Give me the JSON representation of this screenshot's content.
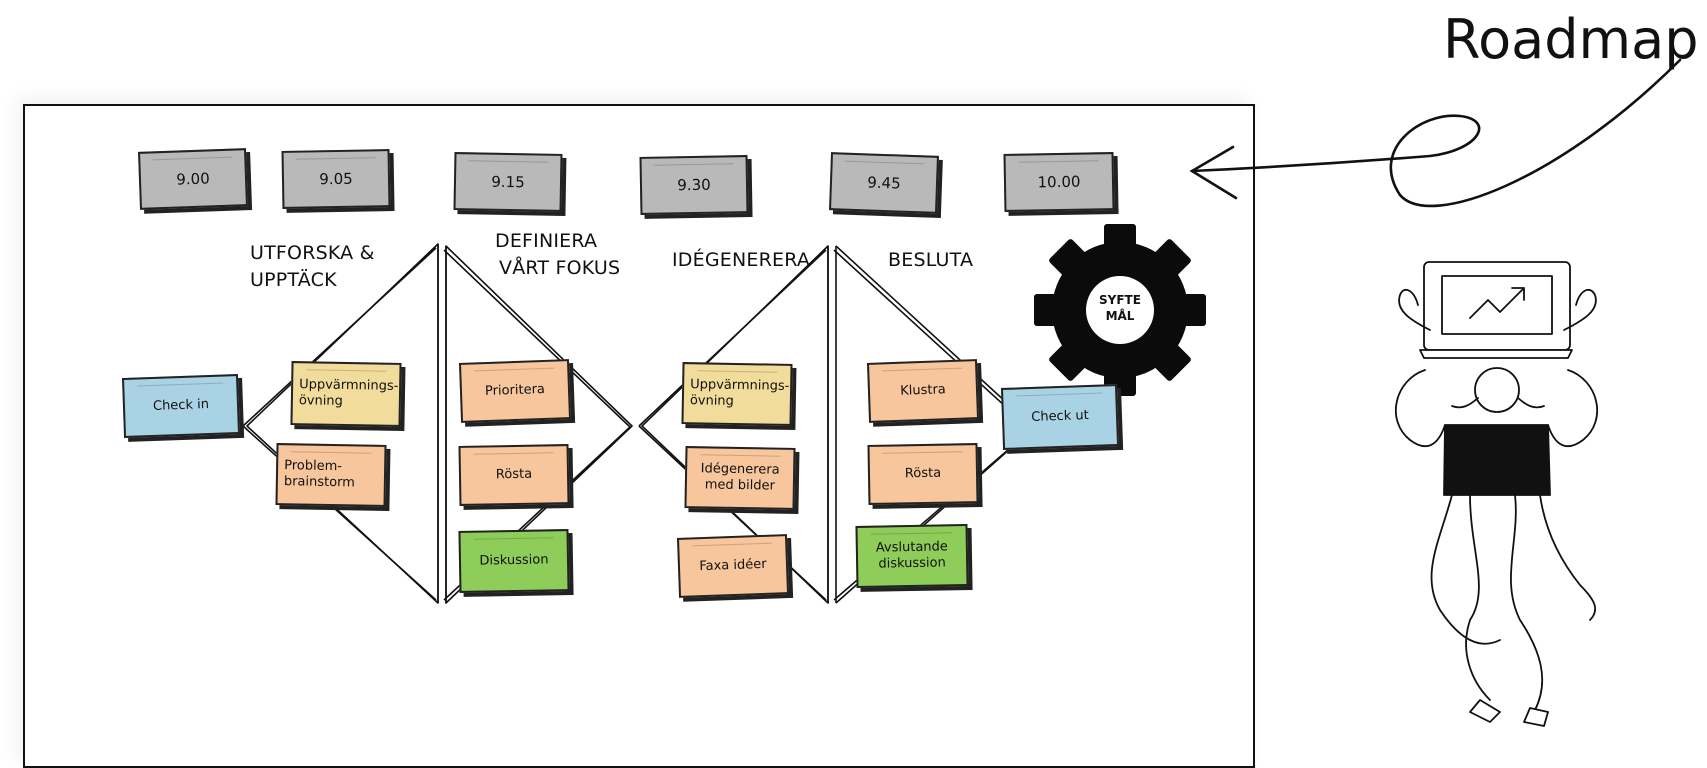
{
  "title": "Roadmap",
  "times": [
    "9.00",
    "9.05",
    "9.15",
    "9.30",
    "9.45",
    "10.00"
  ],
  "phases": {
    "explore": [
      "UTFORSKA &",
      "UPPTÄCK"
    ],
    "define": [
      "DEFINIERA",
      "VÅRT FOKUS"
    ],
    "ideate": "IDÉGENERERA",
    "decide": "BESLUTA"
  },
  "notes": {
    "check_in": "Check in",
    "warmup_1": [
      "Uppvärmnings-",
      "övning"
    ],
    "problem_brainstorm": [
      "Problem-",
      "brainstorm"
    ],
    "prioritize": "Prioritera",
    "vote_1": "Rösta",
    "discussion": "Diskussion",
    "warmup_2": [
      "Uppvärmnings-",
      "övning"
    ],
    "ideate_images": [
      "Idégenerera",
      "med bilder"
    ],
    "fax_ideas": "Faxa idéer",
    "cluster": "Klustra",
    "vote_2": "Rösta",
    "final_discussion": [
      "Avslutande",
      "diskussion"
    ],
    "check_out": "Check ut"
  },
  "gear": [
    "SYFTE",
    "MÅL"
  ],
  "colors": {
    "time": "#b9b9b9",
    "blue": "#a9d3e5",
    "orange": "#f7c69c",
    "yellow": "#f2dc9b",
    "green": "#8fcd5a",
    "ink": "#111111"
  },
  "icons": [
    "gear-icon",
    "arrow-icon",
    "person-with-laptop-illustration"
  ]
}
